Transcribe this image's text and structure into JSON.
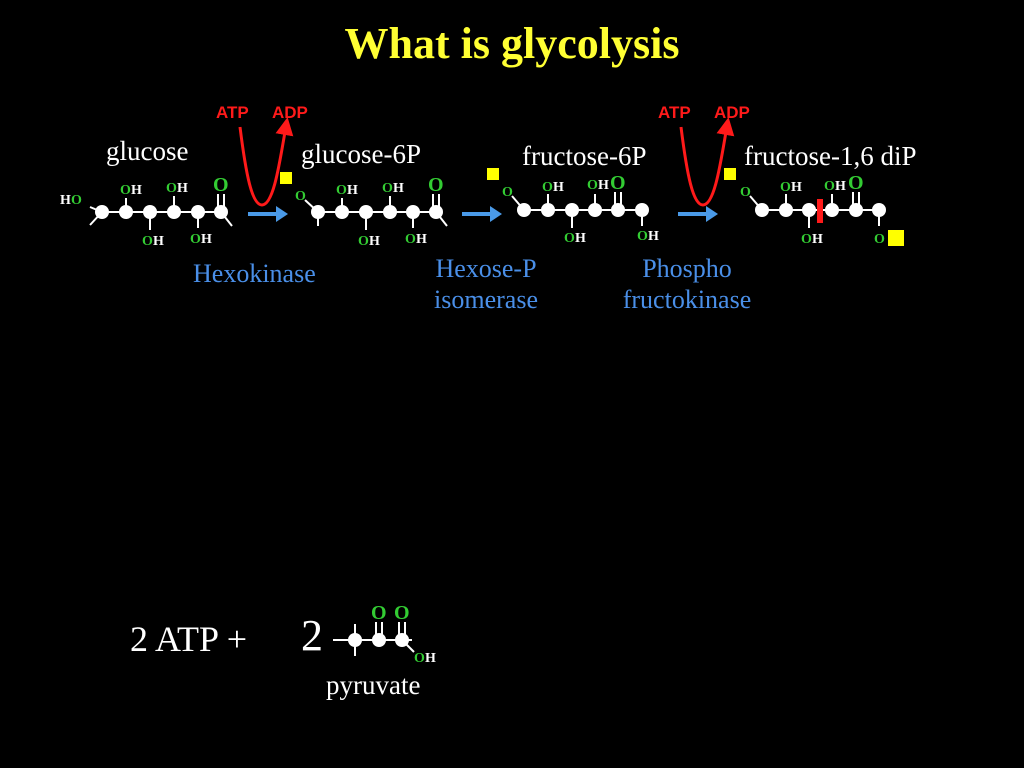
{
  "title": "What is glycolysis",
  "colors": {
    "background": "#000000",
    "title": "#ffff33",
    "enzyme": "#4a8fe8",
    "energy": "#ff1a1a",
    "oxygen": "#33cc33",
    "phosphate": "#ffff00",
    "arrow": "#4a9ae8"
  },
  "molecules": {
    "glucose": "glucose",
    "glucose6p": "glucose-6P",
    "fructose6p": "fructose-6P",
    "fructose16dip": "fructose-1,6 diP",
    "pyruvate": "pyruvate"
  },
  "enzymes": {
    "hexokinase": [
      "Hexokinase"
    ],
    "hexose_p_isomerase": [
      "Hexose-P",
      "isomerase"
    ],
    "phosphofructokinase": [
      "Phospho",
      "fructokinase"
    ]
  },
  "energy": {
    "step1": {
      "in": "ATP",
      "out": "ADP"
    },
    "step3": {
      "in": "ATP",
      "out": "ADP"
    }
  },
  "atoms": {
    "o": "O",
    "h": "H"
  },
  "net": {
    "atp": "2 ATP +",
    "coefficient": "2"
  }
}
